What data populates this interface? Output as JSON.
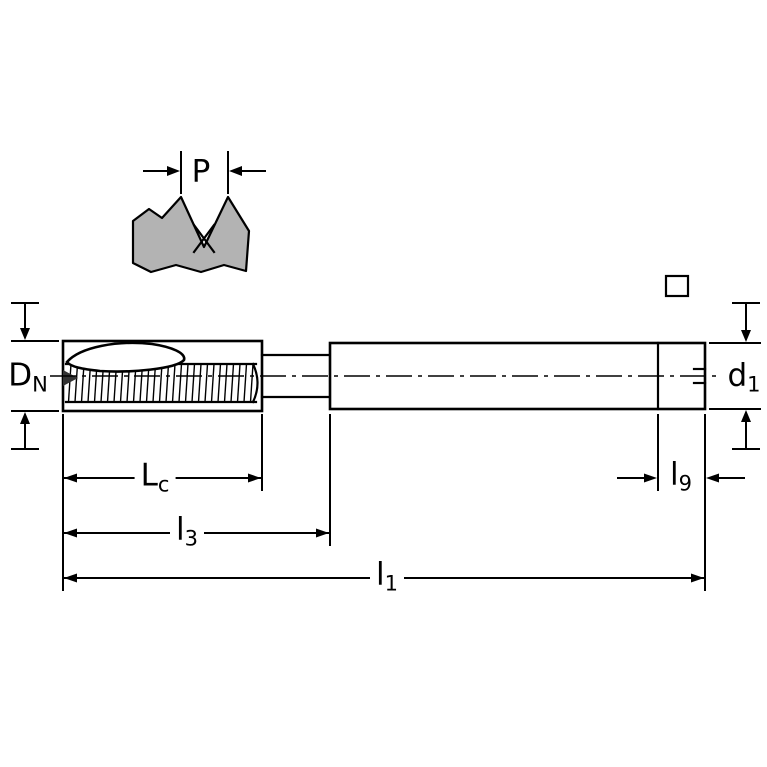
{
  "diagram": {
    "colors": {
      "line": "#000000",
      "profile_fill": "#b3b3b3",
      "background": "#ffffff"
    },
    "labels": {
      "pitch": {
        "main": "P",
        "sub": ""
      },
      "nominal_diameter": {
        "main": "D",
        "sub": "N"
      },
      "shank_diameter": {
        "main": "d",
        "sub": "1"
      },
      "chamfer_length": {
        "main": "L",
        "sub": "c"
      },
      "thread_length": {
        "main": "l",
        "sub": "3"
      },
      "overall_length": {
        "main": "l",
        "sub": "1"
      },
      "square_length": {
        "main": "l",
        "sub": "9"
      }
    }
  }
}
